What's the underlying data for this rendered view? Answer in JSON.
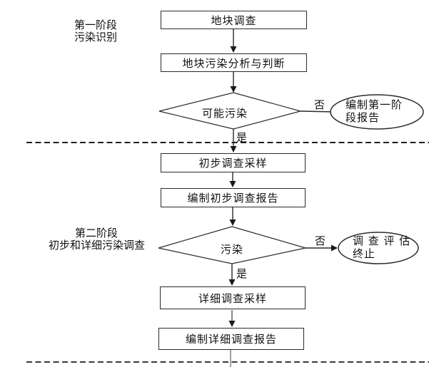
{
  "stage1": {
    "label_line1": "第一阶段",
    "label_line2": "污染识别",
    "box_survey": "地块调查",
    "box_analysis": "地块污染分析与判断",
    "decision_label": "可能污染",
    "no_label": "否",
    "yes_label": "是",
    "terminator_line1": "编制第一阶",
    "terminator_line2": "段报告"
  },
  "stage2": {
    "label_line1": "第二阶段",
    "label_line2": "初步和详细污染调查",
    "box_preliminary_sampling": "初步调查采样",
    "box_preliminary_report": "编制初步调查报告",
    "decision_label": "污染",
    "no_label": "否",
    "yes_label": "是",
    "terminator_line1": "调 查 评 估",
    "terminator_line2": "终止",
    "box_detailed_sampling": "详细调查采样",
    "box_detailed_report": "编制详细调查报告"
  },
  "colors": {
    "line": "#333333",
    "background": "#ffffff",
    "text": "#111111"
  }
}
